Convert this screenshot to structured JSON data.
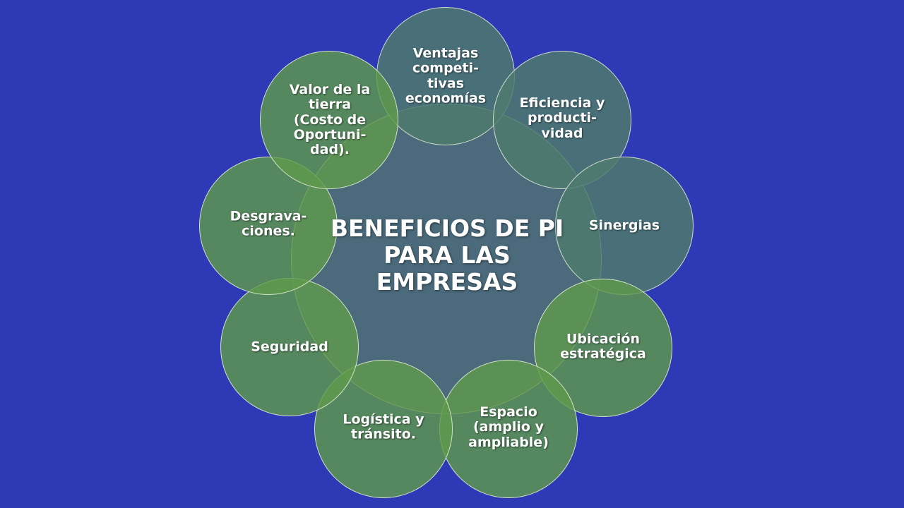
{
  "colors": {
    "background": "#2e3ab5",
    "center_circle": "#4b6b7c",
    "outer_teal": "#4d7a6e",
    "outer_green": "#5f9a4c"
  },
  "center": {
    "lines": [
      "BENEFICIOS DE PI",
      "PARA LAS",
      "EMPRESAS"
    ]
  },
  "benefits": [
    {
      "id": "ventajas",
      "lines": [
        "Ventajas",
        "competi-",
        "tivas",
        "economías"
      ]
    },
    {
      "id": "eficiencia",
      "lines": [
        "Eficiencia y",
        "producti-",
        "vidad"
      ]
    },
    {
      "id": "sinergias",
      "lines": [
        "Sinergias"
      ]
    },
    {
      "id": "ubicacion",
      "lines": [
        "Ubicación",
        "estratégica"
      ]
    },
    {
      "id": "espacio",
      "lines": [
        "Espacio",
        "(amplio y",
        "ampliable)"
      ]
    },
    {
      "id": "logistica",
      "lines": [
        "Logística y",
        "tránsito."
      ]
    },
    {
      "id": "seguridad",
      "lines": [
        "Seguridad"
      ]
    },
    {
      "id": "desgravaciones",
      "lines": [
        "Desgrava-",
        "ciones."
      ]
    },
    {
      "id": "valor-tierra",
      "lines": [
        "Valor de la",
        "tierra",
        "(Costo de",
        "Oportuni-",
        "dad)."
      ]
    }
  ]
}
